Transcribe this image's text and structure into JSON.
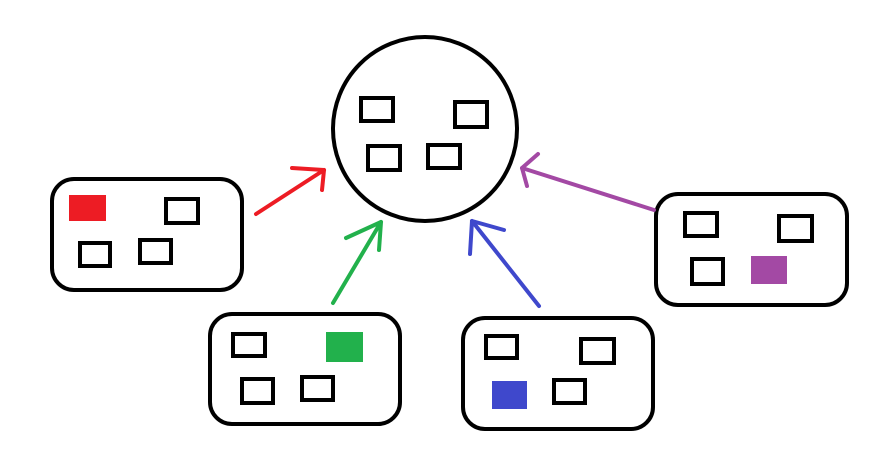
{
  "colors": {
    "stroke": "#000000",
    "red": "#ed1c24",
    "green": "#22b14c",
    "blue": "#3f48cc",
    "purple": "#a349a4",
    "background": "#ffffff"
  },
  "hub": {
    "shape": "circle",
    "slots": 4,
    "filled_slots": 0
  },
  "nodes": [
    {
      "id": "red-node",
      "slots": 4,
      "highlight": "red",
      "arrow_color": "red"
    },
    {
      "id": "green-node",
      "slots": 4,
      "highlight": "green",
      "arrow_color": "green"
    },
    {
      "id": "blue-node",
      "slots": 4,
      "highlight": "blue",
      "arrow_color": "blue"
    },
    {
      "id": "purple-node",
      "slots": 4,
      "highlight": "purple",
      "arrow_color": "purple"
    }
  ]
}
